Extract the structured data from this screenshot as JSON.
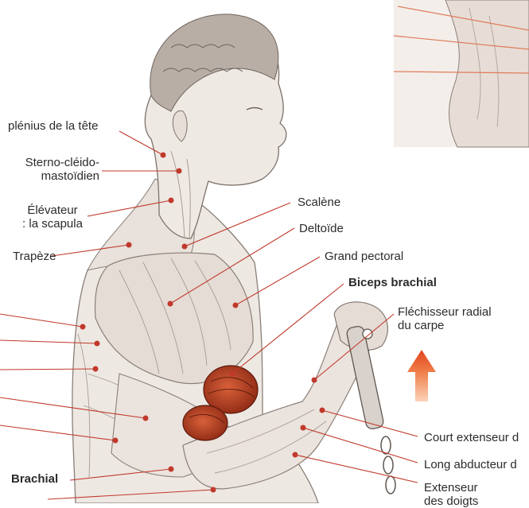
{
  "colors": {
    "background": "#ffffff",
    "skin": "#eee8e3",
    "muscle_stroke": "#8a7f78",
    "biceps_red": "#a83a1f",
    "leader_line": "#c0392b",
    "arrow": "#e8562a",
    "text": "#2b2b2b"
  },
  "labels": {
    "splenius": "plénius de la tête",
    "sterno": "Sterno-cléido-\nmastoïdien",
    "elevateur": "Élévateur\n: la scapula",
    "trapeze": "Trapèze",
    "scalene": "Scalène",
    "deltoide": "Deltoïde",
    "grand_pectoral": "Grand pectoral",
    "biceps": "Biceps brachial",
    "flechisseur": "Fléchisseur radial\ndu carpe",
    "court_extenseur": "Court extenseur d",
    "long_abducteur": "Long abducteur d",
    "extenseur": "Extenseur\ndes doigts",
    "brachial": "Brachial"
  },
  "icons": {
    "direction_arrow": "up-arrow-icon"
  }
}
